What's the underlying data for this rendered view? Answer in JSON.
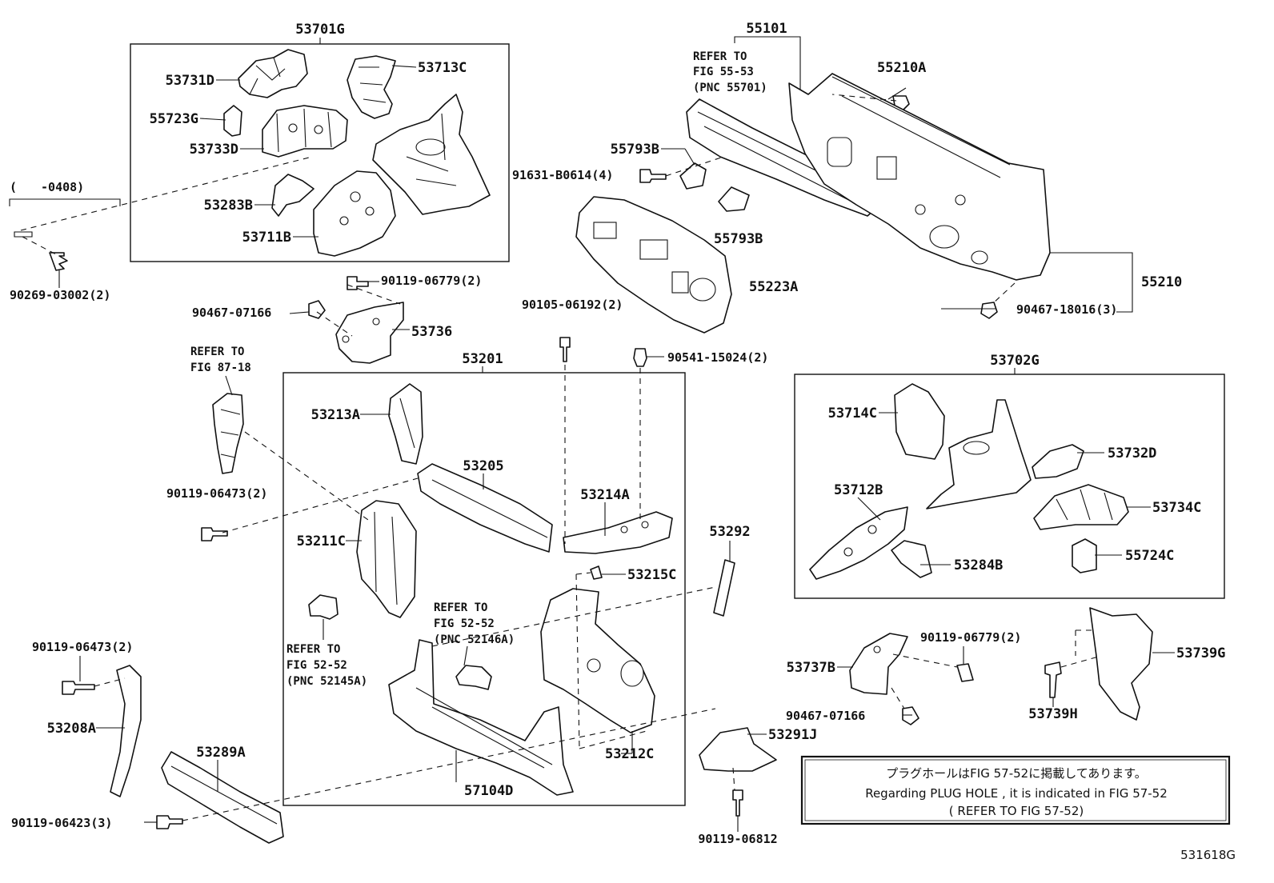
{
  "diagram_id": "531618G",
  "assemblies": {
    "front_upper": "53701G",
    "dash_panel": "55101",
    "radiator_support": "53201",
    "front_lower": "53702G"
  },
  "range_label": "(　　-0408)",
  "parts": {
    "p53731D": "53731D",
    "p53713C": "53713C",
    "p55723G": "55723G",
    "p53733D": "53733D",
    "p53283B": "53283B",
    "p53711B": "53711B",
    "p90269": "90269-03002(2)",
    "p55210A": "55210A",
    "p55793B_1": "55793B",
    "p91631": "91631-B0614(4)",
    "p55793B_2": "55793B",
    "p55223A": "55223A",
    "p55210": "55210",
    "p90467_18016": "90467-18016(3)",
    "p90119_06779_a": "90119-06779(2)",
    "p90467_07166_a": "90467-07166",
    "p53736": "53736",
    "p90105": "90105-06192(2)",
    "p90541": "90541-15024(2)",
    "p53213A": "53213A",
    "p53205": "53205",
    "p53214A": "53214A",
    "p90119_06473_a": "90119-06473(2)",
    "p53211C": "53211C",
    "p53292": "53292",
    "p53215C": "53215C",
    "p53212C": "53212C",
    "p57104D": "57104D",
    "p90119_06473_b": "90119-06473(2)",
    "p53208A": "53208A",
    "p53289A": "53289A",
    "p90119_06423": "90119-06423(3)",
    "p53714C": "53714C",
    "p53732D": "53732D",
    "p53712B": "53712B",
    "p53734C": "53734C",
    "p53284B": "53284B",
    "p55724C": "55724C",
    "p90119_06779_b": "90119-06779(2)",
    "p53737B": "53737B",
    "p53739G": "53739G",
    "p90467_07166_b": "90467-07166",
    "p53739H": "53739H",
    "p53291J": "53291J",
    "p90119_06812": "90119-06812"
  },
  "references": {
    "ref_55_53": [
      "REFER TO",
      "FIG 55-53",
      "(PNC 55701)"
    ],
    "ref_87_18": [
      "REFER TO",
      "FIG 87-18"
    ],
    "ref_52_52_a": [
      "REFER TO",
      "FIG 52-52",
      "(PNC 52146A)"
    ],
    "ref_52_52_b": [
      "REFER TO",
      "FIG 52-52",
      "(PNC 52145A)"
    ]
  },
  "note": {
    "line1": "プラグホールはFIG 57-52に掲載してあります。",
    "line2": "Regarding PLUG HOLE , it is indicated in FIG 57-52",
    "line3": "( REFER TO FIG 57-52)"
  }
}
